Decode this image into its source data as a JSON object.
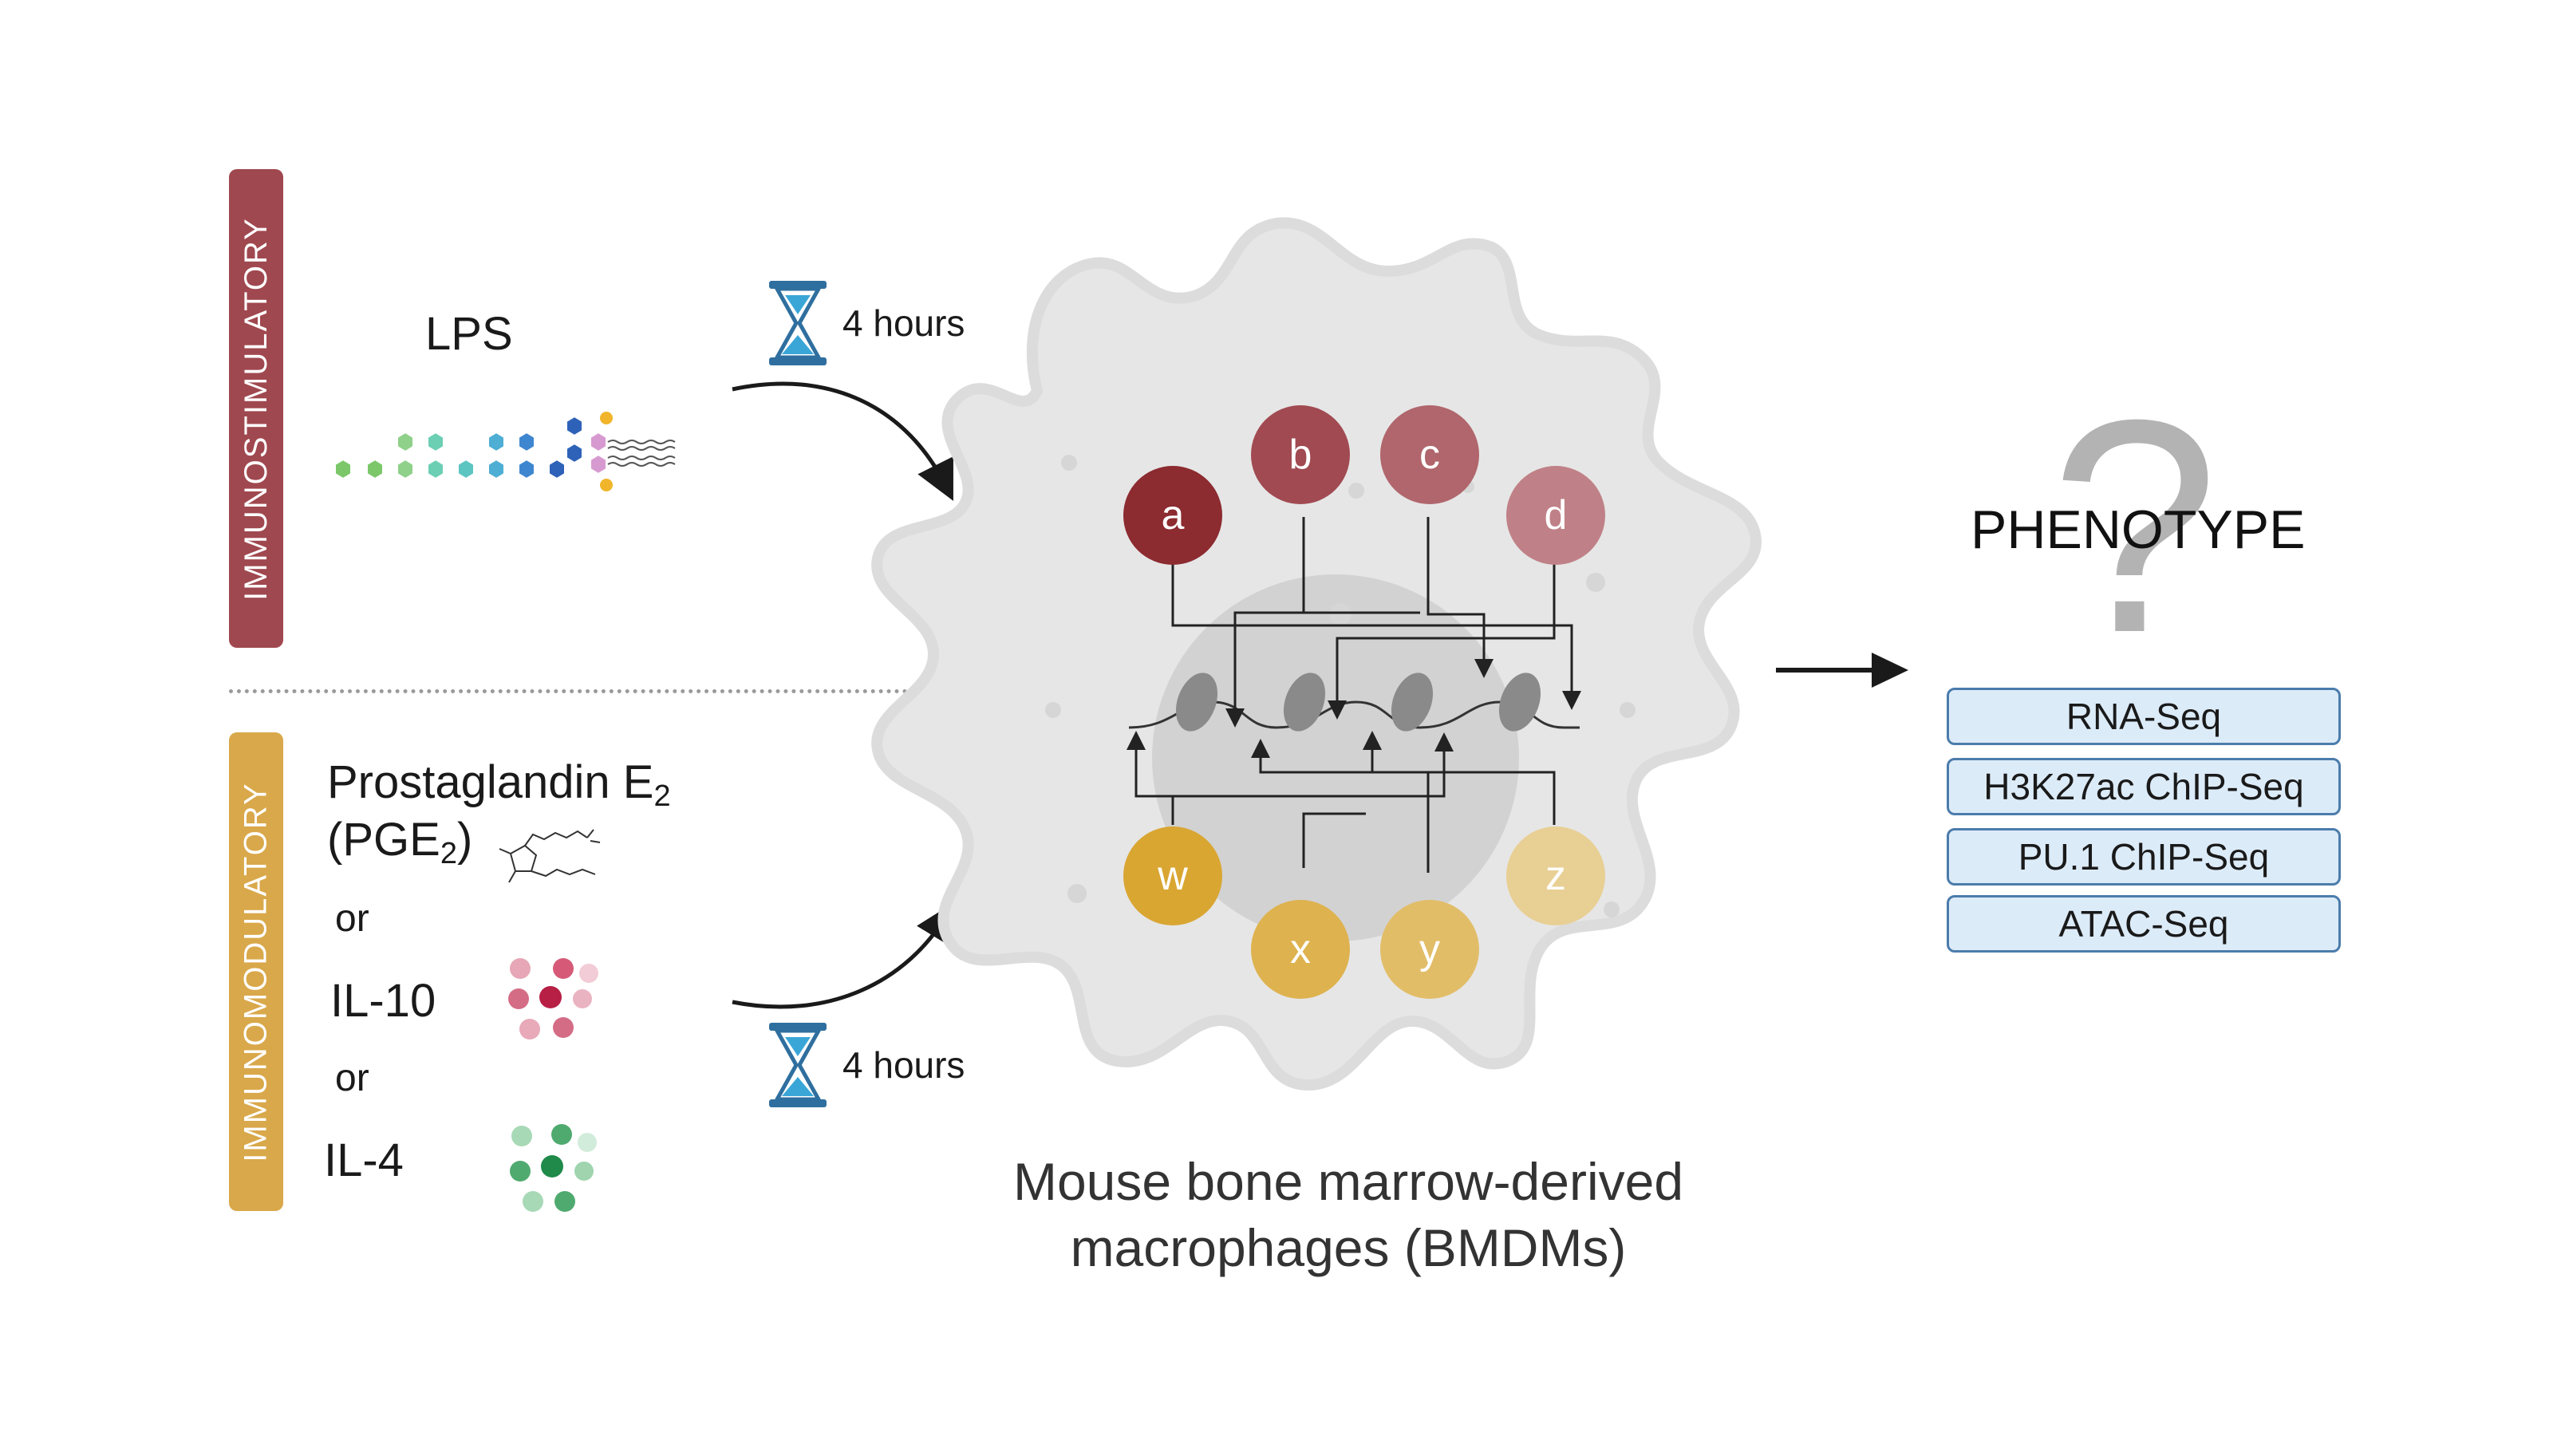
{
  "categories": {
    "immunostimulatory": "IMMUNOSTIMULATORY",
    "immunomodulatory": "IMMUNOMODULATORY"
  },
  "stimuli": {
    "lps": "LPS",
    "pge2_line1_main": "Prostaglandin E",
    "pge2_line1_sub": "2",
    "pge2_line2_open": "(PGE",
    "pge2_line2_sub": "2",
    "pge2_line2_close": ")",
    "or1": "or",
    "il10": "IL-10",
    "or2": "or",
    "il4": "IL-4"
  },
  "timing": {
    "top": "4 hours",
    "bottom": "4 hours"
  },
  "factors": {
    "top": [
      {
        "label": "a",
        "color": "#8c2b30"
      },
      {
        "label": "b",
        "color": "#a14a52"
      },
      {
        "label": "c",
        "color": "#b0666c"
      },
      {
        "label": "d",
        "color": "#bf8187"
      }
    ],
    "bottom": [
      {
        "label": "w",
        "color": "#d9a632"
      },
      {
        "label": "x",
        "color": "#deb24e"
      },
      {
        "label": "y",
        "color": "#e2bd68"
      },
      {
        "label": "z",
        "color": "#e8cf94"
      }
    ]
  },
  "cell": {
    "caption_line1": "Mouse bone marrow-derived",
    "caption_line2": "macrophages (BMDMs)"
  },
  "output": {
    "question_mark": "?",
    "phenotype": "PHENOTYPE",
    "assays": [
      "RNA-Seq",
      "H3K27ac ChIP-Seq",
      "PU.1 ChIP-Seq",
      "ATAC-Seq"
    ]
  },
  "colors": {
    "stim_bar": "#a0484f",
    "mod_bar": "#d9a84a",
    "hourglass": "#2f6f9f",
    "assay_fill": "#dcebf8",
    "assay_border": "#4b7cab"
  }
}
